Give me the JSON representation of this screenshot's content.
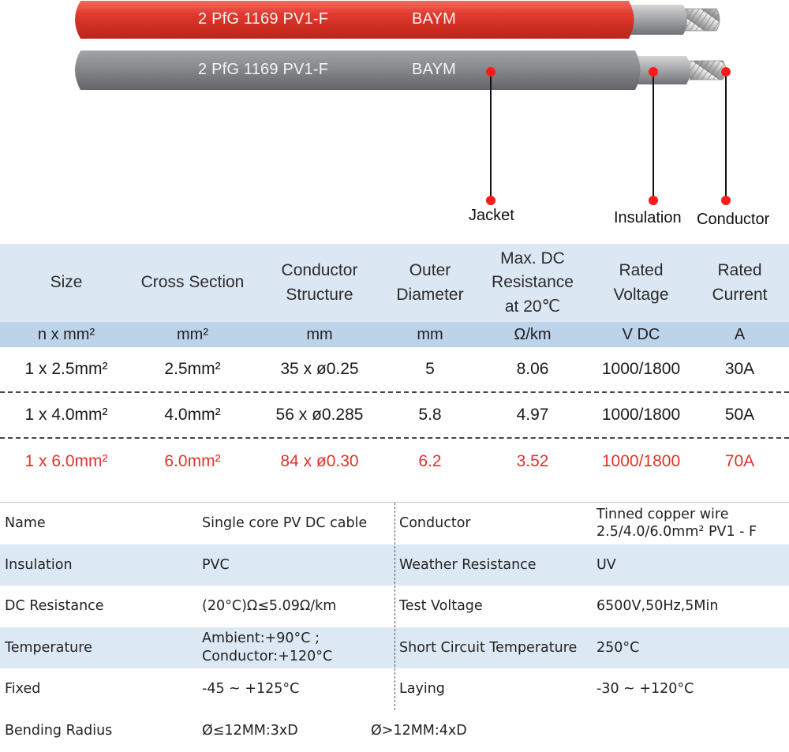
{
  "diagram": {
    "cable_print_left": "2 PfG 1169 PV1-F",
    "cable_print_right": "BAYM",
    "labels": {
      "jacket": "Jacket",
      "insulation": "Insulation",
      "conductor": "Conductor"
    },
    "colors": {
      "red_jacket": "#e03a2f",
      "grey_jacket": "#8b8d92",
      "insulation": "#a9abae",
      "pointer": "#ff1a1a"
    }
  },
  "spec_table": {
    "headers": [
      [
        "Size"
      ],
      [
        "Cross Section"
      ],
      [
        "Conductor",
        "Structure"
      ],
      [
        "Outer",
        "Diameter"
      ],
      [
        "Max. DC",
        "Resistance",
        "at 20℃"
      ],
      [
        "Rated",
        "Voltage"
      ],
      [
        "Rated",
        "Current"
      ]
    ],
    "units": [
      "n x mm²",
      "mm²",
      "mm",
      "mm",
      "Ω/km",
      "V DC",
      "A"
    ],
    "rows": [
      [
        "1 x 2.5mm²",
        "2.5mm²",
        "35 x ø0.25",
        "5",
        "8.06",
        "1000/1800",
        "30A"
      ],
      [
        "1 x 4.0mm²",
        "4.0mm²",
        "56 x ø0.285",
        "5.8",
        "4.97",
        "1000/1800",
        "50A"
      ],
      [
        "1 x 6.0mm²",
        "6.0mm²",
        "84 x ø0.30",
        "6.2",
        "3.52",
        "1000/1800",
        "70A"
      ]
    ],
    "highlight_color": "#e2332a"
  },
  "properties": {
    "rows": [
      [
        "Name",
        "Single core PV DC cable",
        "Conductor",
        [
          "Tinned copper wire",
          "2.5/4.0/6.0mm² PV1 - F"
        ]
      ],
      [
        "Insulation",
        "PVC",
        "Weather Resistance",
        "UV"
      ],
      [
        "DC Resistance",
        "(20°C)Ω≤5.09Ω/km",
        "Test Voltage",
        "6500V,50Hz,5Min"
      ],
      [
        "Temperature",
        [
          "Ambient:+90°C ;",
          "Conductor:+120°C"
        ],
        "Short Circuit Temperature",
        "250°C"
      ],
      [
        "Fixed",
        "-45 ~ +125°C",
        "Laying",
        "-30 ~ +120°C"
      ]
    ],
    "bending": {
      "label": "Bending Radius",
      "small": "Ø≤12MM:3xD",
      "large": "Ø>12MM:4xD"
    }
  }
}
